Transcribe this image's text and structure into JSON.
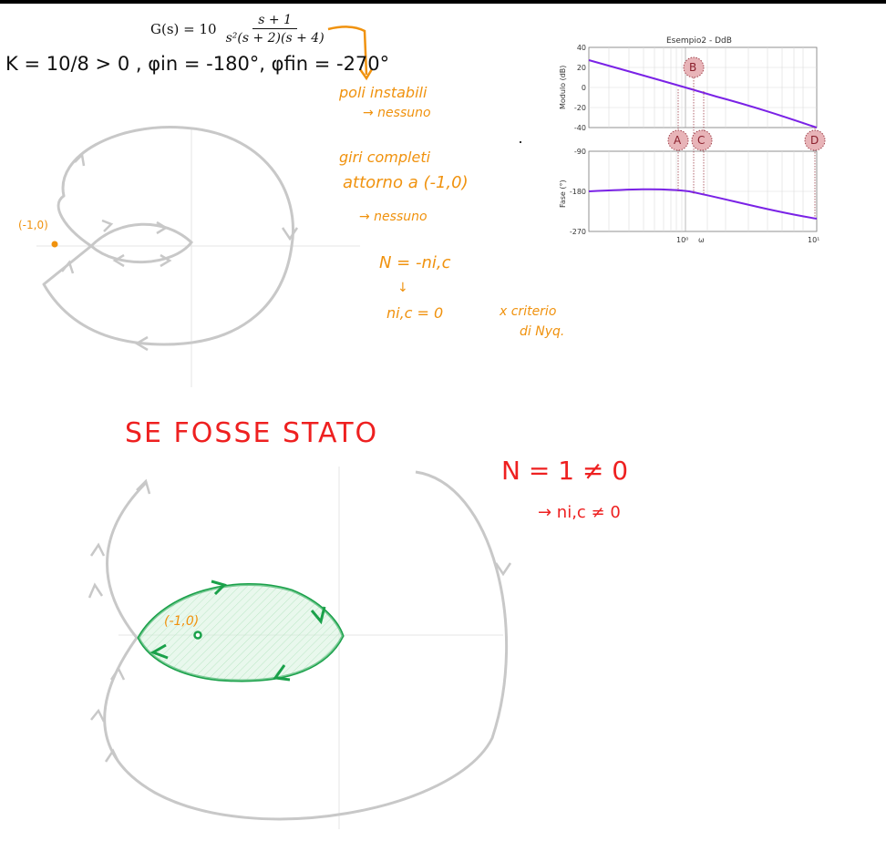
{
  "formula": {
    "lhs": "G(s) = 10",
    "numerator": "s + 1",
    "denominator": "s²(s + 2)(s + 4)"
  },
  "notes_black": {
    "params": "K = 10/8 > 0 ,  φin = -180°,  φfin = -270°"
  },
  "notes_orange": {
    "line1": "poli instabili",
    "line2": "→ nessuno",
    "line3": "giri completi",
    "line4": "attorno a (-1,0)",
    "line5": "→ nessuno",
    "line6": "N = -ni,c",
    "line7": "↓",
    "line8": "ni,c = 0",
    "line9": "x criterio",
    "line10": "di Nyq.",
    "point_label": "(-1,0)",
    "point_label_bottom": "(-1,0)"
  },
  "notes_red": {
    "heading": "SE   FOSSE   STATO",
    "eq1": "N = 1 ≠ 0",
    "eq2": "→ ni,c ≠ 0"
  },
  "bode": {
    "title": "Esempio2 - DdB",
    "top_ylabel": "Modulo (dB)",
    "bottom_ylabel": "Fase (°)",
    "top_ticks": [
      "40",
      "20",
      "0",
      "-20",
      "-40"
    ],
    "bottom_ticks": [
      "-90",
      "-180",
      "-270"
    ],
    "x_ticks": [
      "10⁰",
      "ω",
      "10¹"
    ],
    "markers": [
      "A",
      "B",
      "C",
      "D"
    ]
  },
  "colors": {
    "orange": "#f0920e",
    "red": "#ee2020",
    "green": "#1aa14a",
    "purple": "#7a22e6",
    "gray_curve": "#c8c8c8",
    "marker_fill": "#e8b4b8"
  }
}
